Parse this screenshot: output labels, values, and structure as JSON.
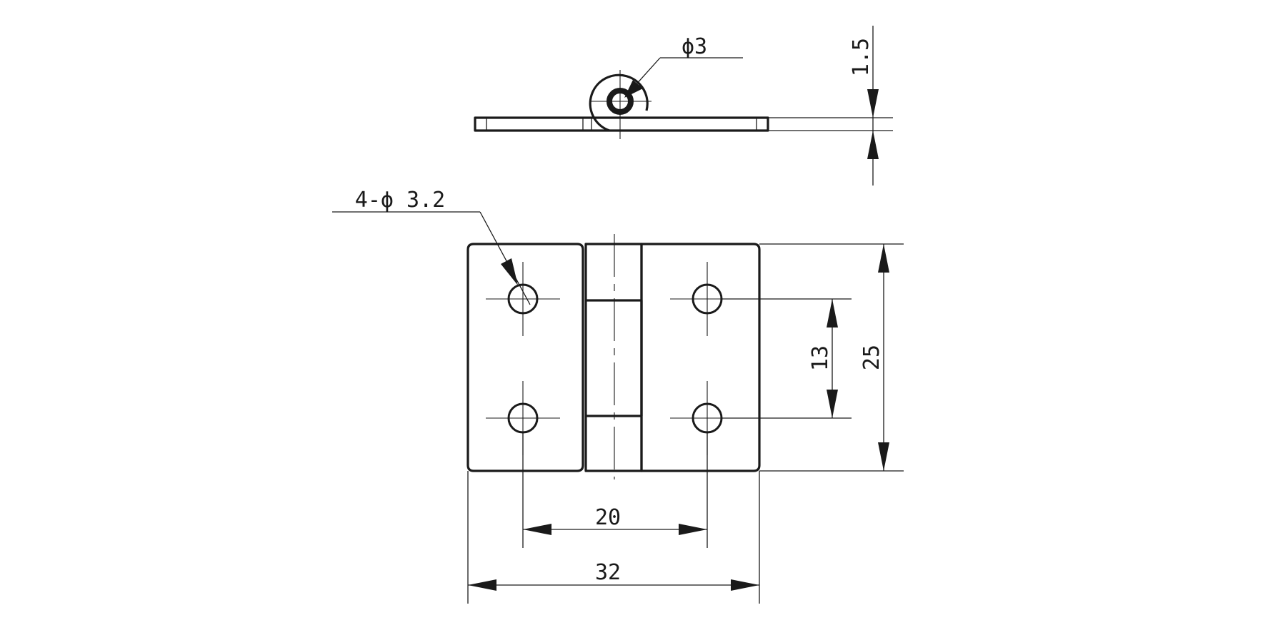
{
  "drawing": {
    "top_view": {
      "pin_diameter_label": "ϕ3",
      "leaf_thickness_label": "1.5"
    },
    "front_view": {
      "hole_callout_label": "4-ϕ 3.2",
      "hole_vertical_spacing_label": "13",
      "overall_height_label": "25",
      "hole_horizontal_spacing_label": "20",
      "overall_width_label": "32"
    },
    "colors": {
      "line": "#1a1a1a",
      "background": "#ffffff"
    }
  }
}
